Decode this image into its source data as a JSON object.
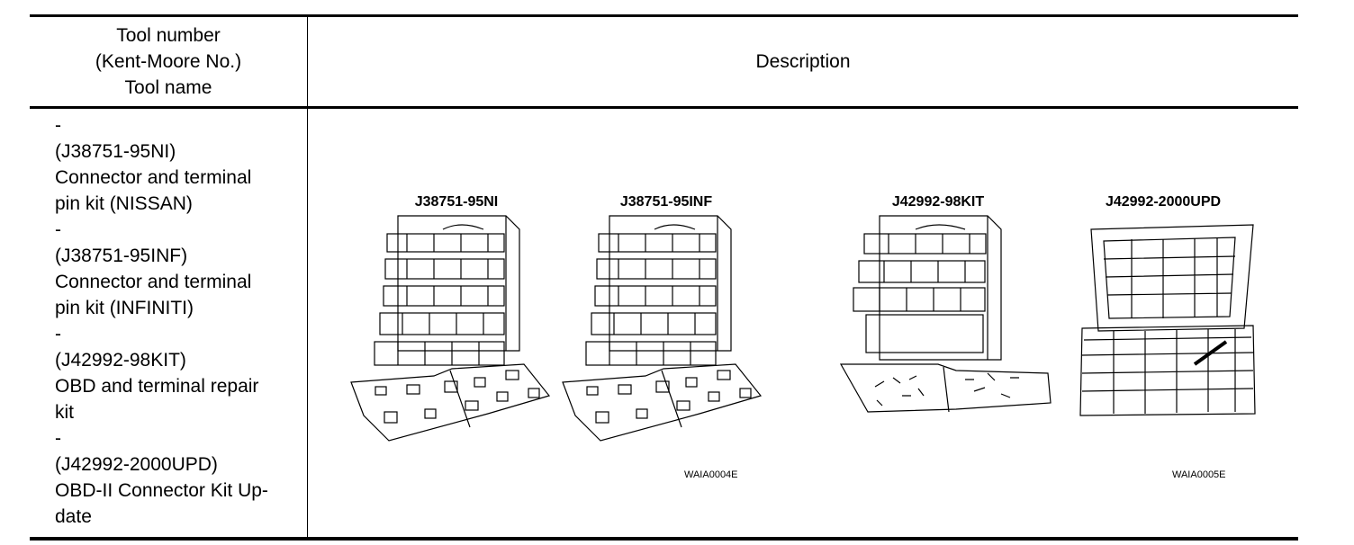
{
  "header": {
    "left_lines": [
      "Tool number",
      "(Kent-Moore No.)",
      "Tool name"
    ],
    "right": "Description"
  },
  "tools": [
    {
      "lines": [
        "-",
        "(J38751-95NI)",
        "Connector and terminal",
        "pin kit (NISSAN)"
      ]
    },
    {
      "lines": [
        "-",
        "(J38751-95INF)",
        "Connector and terminal",
        "pin kit (INFINITI)"
      ]
    },
    {
      "lines": [
        "-",
        "(J42992-98KIT)",
        "OBD and terminal repair",
        "kit"
      ]
    },
    {
      "lines": [
        "-",
        "(J42992-2000UPD)",
        "OBD-II Connector Kit Up-",
        "date"
      ]
    }
  ],
  "figures": {
    "captions": [
      "J38751-95NI",
      "J38751-95INF",
      "J42992-98KIT",
      "J42992-2000UPD"
    ],
    "codes": [
      "WAIA0004E",
      "WAIA0005E"
    ]
  }
}
